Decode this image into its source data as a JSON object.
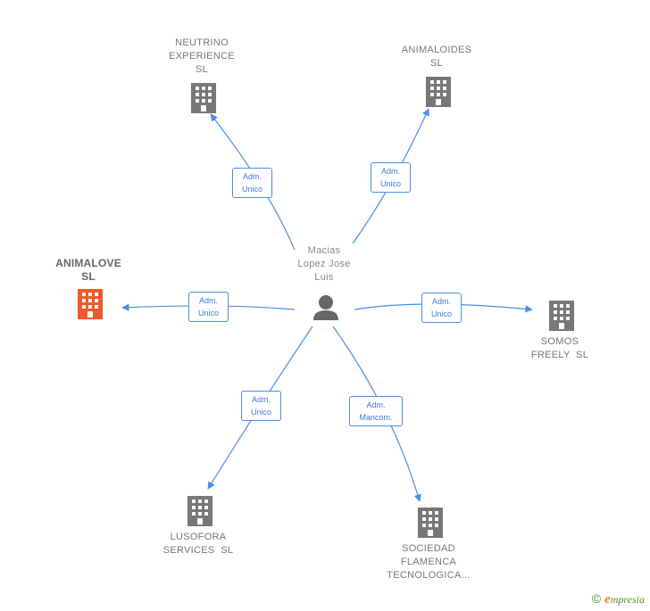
{
  "center_person": {
    "name_lines": [
      "Macias",
      "Lopez Jose",
      "Luis"
    ],
    "icon": "person-icon"
  },
  "companies": [
    {
      "id": "neutrino",
      "name_lines": [
        "NEUTRINO",
        "EXPERIENCE",
        "SL"
      ],
      "icon": "building-icon",
      "color": "#777777"
    },
    {
      "id": "animaloides",
      "name_lines": [
        "ANIMALOIDES",
        "SL"
      ],
      "icon": "building-icon",
      "color": "#777777"
    },
    {
      "id": "animalove",
      "name_lines": [
        "ANIMALOVE",
        "SL"
      ],
      "icon": "building-icon",
      "color": "#f05a28",
      "highlighted": true
    },
    {
      "id": "somos",
      "name_lines": [
        "SOMOS",
        "FREELY  SL"
      ],
      "icon": "building-icon",
      "color": "#777777"
    },
    {
      "id": "lusofora",
      "name_lines": [
        "LUSOFORA",
        "SERVICES  SL"
      ],
      "icon": "building-icon",
      "color": "#777777"
    },
    {
      "id": "sociedad",
      "name_lines": [
        "SOCIEDAD",
        "FLAMENCA",
        "TECNOLOGICA..."
      ],
      "icon": "building-icon",
      "color": "#777777"
    }
  ],
  "relations": [
    {
      "target": "neutrino",
      "lines": [
        "Adm.",
        "Unico"
      ]
    },
    {
      "target": "animaloides",
      "lines": [
        "Adm.",
        "Unico"
      ]
    },
    {
      "target": "animalove",
      "lines": [
        "Adm.",
        "Unico"
      ]
    },
    {
      "target": "somos",
      "lines": [
        "Adm.",
        "Unico"
      ]
    },
    {
      "target": "lusofora",
      "lines": [
        "Adm.",
        "Unico"
      ]
    },
    {
      "target": "sociedad",
      "lines": [
        "Adm.",
        "Mancom."
      ]
    }
  ],
  "colors": {
    "edge": "#4a8fe0",
    "building": "#777777",
    "highlight": "#f05a28",
    "person": "#666666"
  },
  "footer": {
    "copyright_symbol": "©",
    "brand_initial": "e",
    "brand_rest": "mpresia"
  }
}
